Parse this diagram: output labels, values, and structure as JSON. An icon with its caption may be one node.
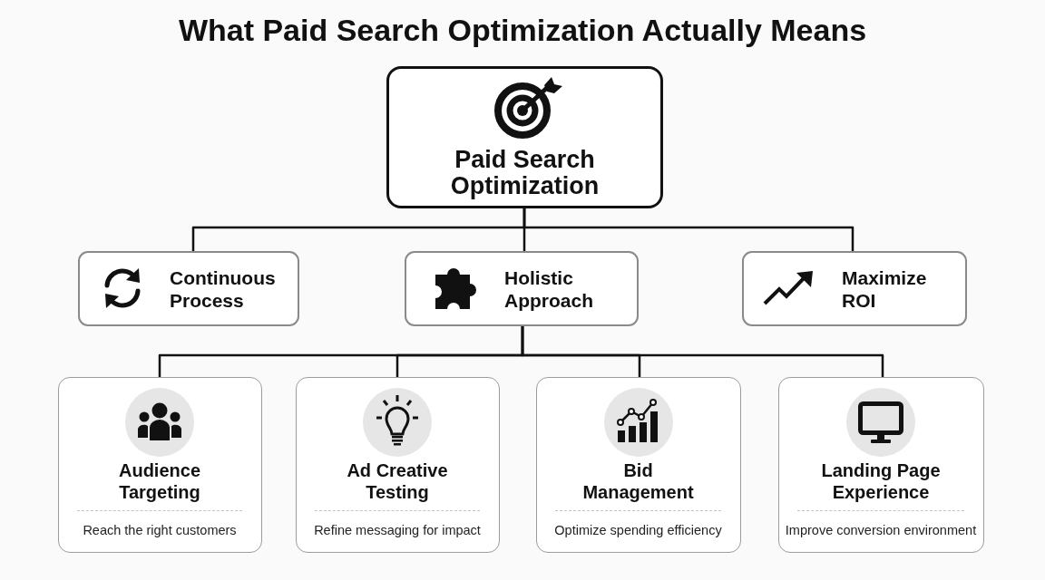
{
  "diagram": {
    "title": "What Paid Search Optimization Actually Means",
    "nodes": [
      {
        "text": [
          "Paid Search Optimization"
        ]
      },
      {
        "text": [
          "Continuous Process"
        ]
      },
      {
        "text": [
          "Holistic Approach"
        ]
      },
      {
        "text": [
          "Maximize ROI"
        ]
      },
      {
        "text": [
          "Audience Targeting",
          "Reach the right customers"
        ]
      },
      {
        "text": [
          "Ad Creative Testing",
          "Refine messaging for impact"
        ]
      },
      {
        "text": [
          "Bid Management",
          "Optimize spending efficiency"
        ]
      },
      {
        "text": [
          "Landing Page Experience",
          "Improve conversion environment"
        ]
      }
    ],
    "edges": [
      {
        "from": 0,
        "to": 1,
        "arrow": "none"
      },
      {
        "from": 0,
        "to": 2,
        "arrow": "none"
      },
      {
        "from": 0,
        "to": 3,
        "arrow": "none"
      },
      {
        "from": 2,
        "to": 4,
        "arrow": "none"
      },
      {
        "from": 2,
        "to": 5,
        "arrow": "none"
      },
      {
        "from": 2,
        "to": 6,
        "arrow": "none"
      },
      {
        "from": 2,
        "to": 7,
        "arrow": "none"
      }
    ]
  }
}
